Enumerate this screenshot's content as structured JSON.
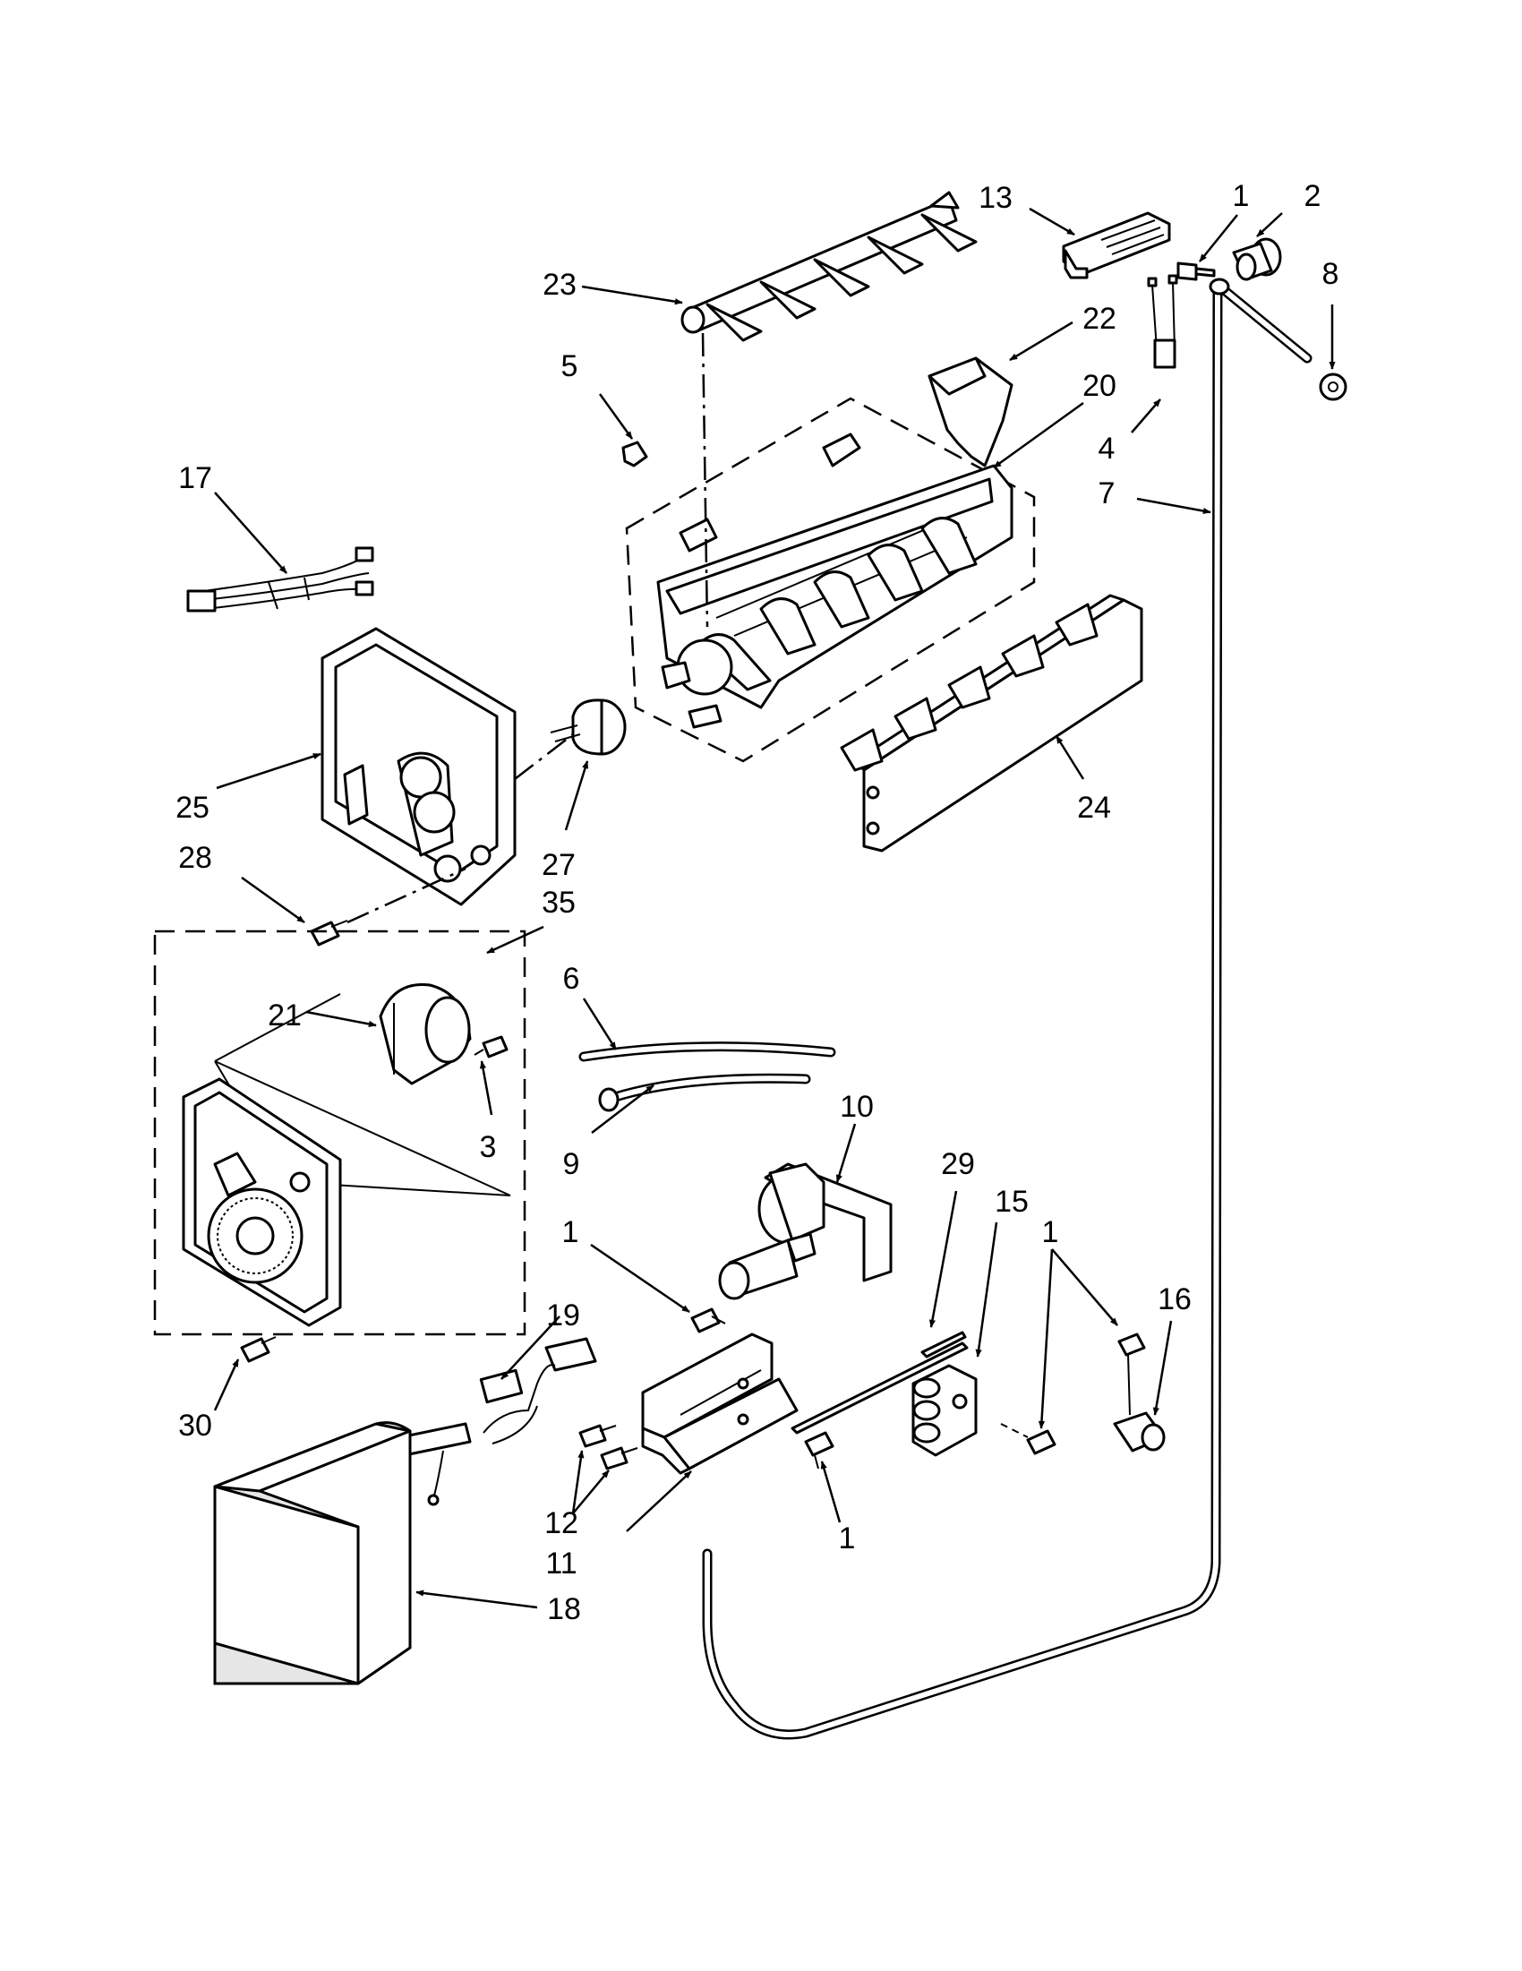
{
  "callouts": [
    {
      "id": "c13",
      "label": "13"
    },
    {
      "id": "c1a",
      "label": "1"
    },
    {
      "id": "c2",
      "label": "2"
    },
    {
      "id": "c8",
      "label": "8"
    },
    {
      "id": "c23",
      "label": "23"
    },
    {
      "id": "c22",
      "label": "22"
    },
    {
      "id": "c5",
      "label": "5"
    },
    {
      "id": "c20",
      "label": "20"
    },
    {
      "id": "c4",
      "label": "4"
    },
    {
      "id": "c7",
      "label": "7"
    },
    {
      "id": "c17",
      "label": "17"
    },
    {
      "id": "c25",
      "label": "25"
    },
    {
      "id": "c24",
      "label": "24"
    },
    {
      "id": "c28",
      "label": "28"
    },
    {
      "id": "c27",
      "label": "27"
    },
    {
      "id": "c35",
      "label": "35"
    },
    {
      "id": "c6",
      "label": "6"
    },
    {
      "id": "c21",
      "label": "21"
    },
    {
      "id": "c3",
      "label": "3"
    },
    {
      "id": "c10",
      "label": "10"
    },
    {
      "id": "c9",
      "label": "9"
    },
    {
      "id": "c29",
      "label": "29"
    },
    {
      "id": "c15",
      "label": "15"
    },
    {
      "id": "c1b",
      "label": "1"
    },
    {
      "id": "c1c",
      "label": "1"
    },
    {
      "id": "c16",
      "label": "16"
    },
    {
      "id": "c19",
      "label": "19"
    },
    {
      "id": "c30",
      "label": "30"
    },
    {
      "id": "c12",
      "label": "12"
    },
    {
      "id": "c11",
      "label": "11"
    },
    {
      "id": "c1d",
      "label": "1"
    },
    {
      "id": "c18",
      "label": "18"
    }
  ]
}
